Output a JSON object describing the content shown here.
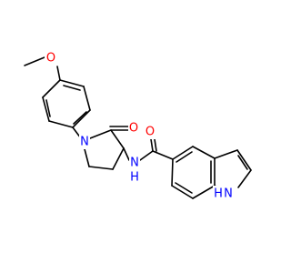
{
  "molecule": {
    "colors": {
      "bond": "#000000",
      "oxygen": "#ff0000",
      "nitrogen": "#0000ff",
      "background": "#ffffff"
    },
    "atom_labels": {
      "methoxy_oxygen": "O",
      "lactam_nitrogen": "N",
      "lactam_oxygen": "O",
      "amide_nitrogen_h": "H",
      "amide_nitrogen": "N",
      "amide_oxygen": "O",
      "indole_nitrogen_h": "H",
      "indole_nitrogen": "N"
    }
  }
}
